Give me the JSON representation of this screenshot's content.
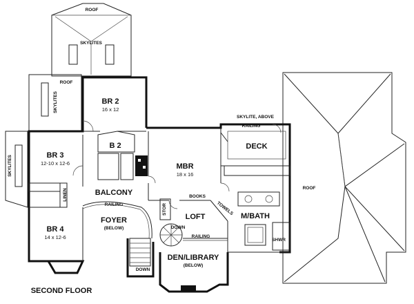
{
  "title": "SECOND FLOOR",
  "rooms": {
    "br2": {
      "name": "BR 2",
      "dim": "16 x 12"
    },
    "b2": {
      "name": "B 2"
    },
    "br3": {
      "name": "BR 3",
      "dim": "12-10 x 12-6"
    },
    "br4": {
      "name": "BR 4",
      "dim": "14 x 12-6"
    },
    "mbr": {
      "name": "MBR",
      "dim": "18 x 16"
    },
    "balcony": {
      "name": "BALCONY"
    },
    "foyer": {
      "name": "FOYER",
      "sub": "(BELOW)"
    },
    "loft": {
      "name": "LOFT"
    },
    "den": {
      "name": "DEN/LIBRARY",
      "sub": "(BELOW)"
    },
    "mbath": {
      "name": "M/BATH"
    },
    "deck": {
      "name": "DECK"
    }
  },
  "notes": {
    "roof_top": "ROOF",
    "roof_left": "ROOF",
    "roof_right": "ROOF",
    "skylites_top": "SKYLITES",
    "skylites_mid": "SKYLITES",
    "skylites_left": "SKYLITES",
    "skylite_above": "SKYLITE, ABOVE",
    "railing_deck": "RAILING",
    "railing_balcony": "RAILING",
    "railing_loft": "RAILING",
    "linen": "LINEN",
    "books": "BOOKS",
    "towels": "TOWELS",
    "stor": "STOR",
    "down_loft": "DOWN",
    "down_stair": "DOWN",
    "shwr": "SHWR"
  }
}
